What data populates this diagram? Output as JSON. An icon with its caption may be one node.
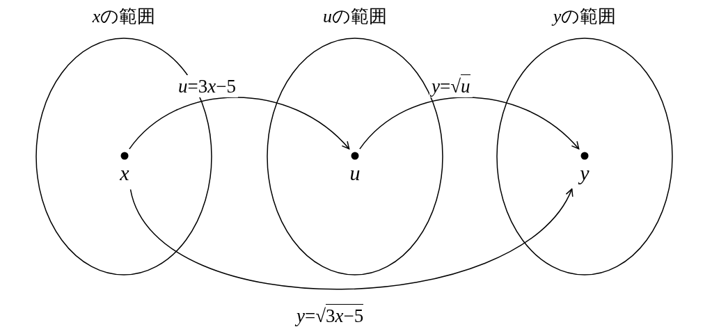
{
  "diagram": {
    "nodes": [
      {
        "text": [
          "xの範囲"
        ]
      },
      {
        "text": [
          "uの範囲"
        ]
      },
      {
        "text": [
          "yの範囲"
        ]
      },
      {
        "text": [
          "x"
        ],
        "in": 0
      },
      {
        "text": [
          "u"
        ],
        "in": 1
      },
      {
        "text": [
          "y"
        ],
        "in": 2
      }
    ],
    "edges": [
      {
        "from": 3,
        "to": 4,
        "arrow": "to",
        "label": "u=3x−5"
      },
      {
        "from": 4,
        "to": 5,
        "arrow": "to",
        "label": "y=√u"
      },
      {
        "from": 3,
        "to": 5,
        "arrow": "to",
        "label": "y=√3x−5"
      }
    ]
  }
}
